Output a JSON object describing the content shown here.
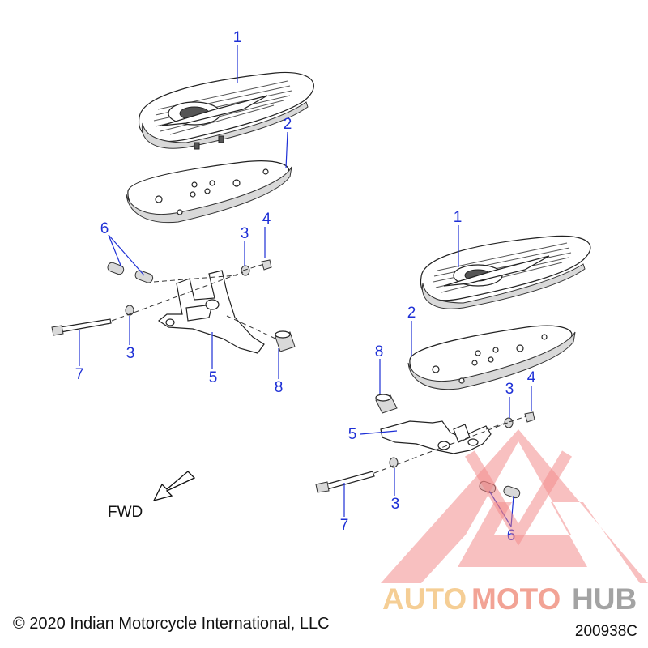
{
  "callouts": {
    "left": {
      "c1": "1",
      "c2": "2",
      "c3a": "3",
      "c4": "4",
      "c6": "6",
      "c3b": "3",
      "c7": "7",
      "c5": "5",
      "c8": "8"
    },
    "right": {
      "c1": "1",
      "c2": "2",
      "c8": "8",
      "c3a": "3",
      "c4": "4",
      "c5": "5",
      "c3b": "3",
      "c7": "7",
      "c6": "6"
    }
  },
  "direction_label": "FWD",
  "copyright": "© 2020 Indian Motorcycle International, LLC",
  "figure_id": "200938C",
  "watermark": {
    "auto": "AUTO",
    "moto": "MOTO",
    "hub": "HUB",
    "colors": {
      "auto": "#f5c98a",
      "moto": "#f19a8a",
      "hub": "#9a9a9a",
      "triangle": "#f08080"
    }
  }
}
